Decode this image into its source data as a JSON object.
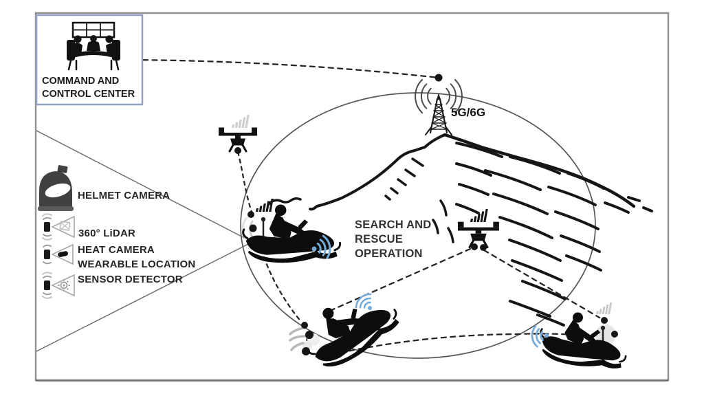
{
  "command_center": {
    "label": "COMMAND AND\nCONTROL CENTER"
  },
  "tower": {
    "label": "5G/6G"
  },
  "operation": {
    "label": "SEARCH AND\nRESCUE\nOPERATION"
  },
  "legend": {
    "items": [
      {
        "label": "HELMET CAMERA",
        "icon": "helmet-icon"
      },
      {
        "label": "360°  LiDAR",
        "icon": "lidar-cone-icon"
      },
      {
        "label": "HEAT CAMERA",
        "icon": "heat-camera-cone-icon"
      },
      {
        "label": "WEARABLE LOCATION",
        "icon": "wearable-sensor-icon"
      },
      {
        "label": "SENSOR DETECTOR",
        "icon": "sensor-detector-cone-icon"
      }
    ]
  },
  "icons": {
    "command-center-icon": "operators at monitor wall",
    "cell-tower-icon": "lattice mast with radio waves",
    "drone-icon": "quadcopter silhouette",
    "snowmobile-icon": "snowmobile with rider silhouette",
    "signal-bars-icon": "ascending signal bars",
    "wifi-icon": "dot with radiating arcs",
    "antenna-icon": "pole with ball top",
    "helmet-icon": "helmet silhouette"
  },
  "colors": {
    "ink": "#1a1a1a",
    "wifi_blue": "#76abd9",
    "box_border_blue": "#93a2c4",
    "frame_gray": "#8f8f8f",
    "muted_gray": "#cccccc"
  }
}
